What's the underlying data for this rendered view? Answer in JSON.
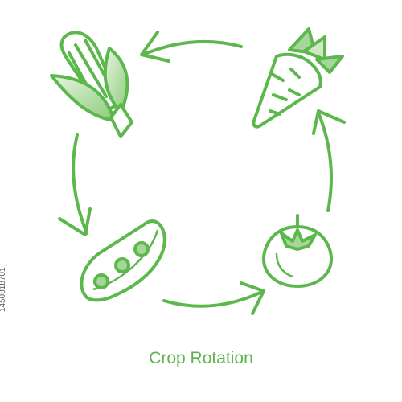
{
  "title": "Crop Rotation",
  "stock_id": "1450818701",
  "colors": {
    "stroke": "#5cb84d",
    "leaf_light": "#a7d69a",
    "leaf_tint": "#cfe8c7"
  },
  "cycle": {
    "direction": "counterclockwise",
    "icons": [
      "carrot-icon",
      "corn-icon",
      "pea-pod-icon",
      "tomato-icon"
    ]
  }
}
